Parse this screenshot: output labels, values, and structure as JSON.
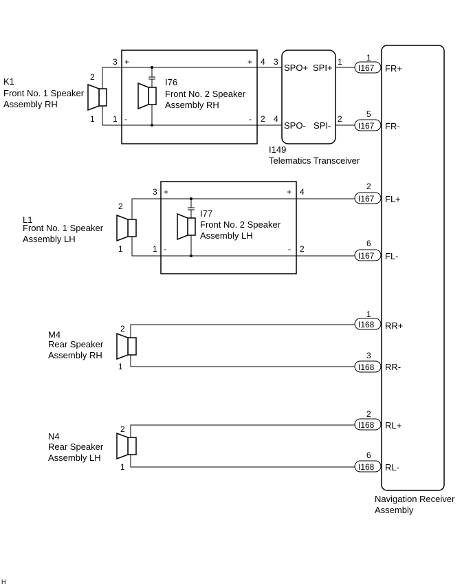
{
  "components": {
    "k1": {
      "code": "K1",
      "name1": "Front No. 1 Speaker",
      "name2": "Assembly RH"
    },
    "i76": {
      "code": "I76",
      "name1": "Front No. 2 Speaker",
      "name2": "Assembly RH"
    },
    "i149": {
      "code": "I149",
      "name": "Telematics Transceiver",
      "spo_pos": "SPO+",
      "spi_pos": "SPI+",
      "spo_neg": "SPO-",
      "spi_neg": "SPI-"
    },
    "l1": {
      "code": "L1",
      "name1": "Front No. 1 Speaker",
      "name2": "Assembly LH"
    },
    "i77": {
      "code": "I77",
      "name1": "Front No. 2 Speaker",
      "name2": "Assembly LH"
    },
    "m4": {
      "code": "M4",
      "name1": "Rear Speaker",
      "name2": "Assembly RH"
    },
    "n4": {
      "code": "N4",
      "name1": "Rear Speaker",
      "name2": "Assembly LH"
    },
    "nav": {
      "name1": "Navigation Receiver",
      "name2": "Assembly"
    }
  },
  "connectors": {
    "i167": "I167",
    "i168": "I168"
  },
  "terminals": [
    "FR+",
    "FR-",
    "FL+",
    "FL-",
    "RR+",
    "RR-",
    "RL+",
    "RL-"
  ],
  "pins": {
    "k1_top": "2",
    "k1_bot": "1",
    "i76_l_top": "3",
    "i76_l_bot": "1",
    "i76_r_top": "4",
    "i76_r_bot": "2",
    "i149_l_top": "3",
    "i149_l_bot": "4",
    "i149_r_top": "1",
    "i149_r_bot": "2",
    "nav_fr_pos": "1",
    "nav_fr_neg": "5",
    "l1_top": "2",
    "l1_bot": "1",
    "i77_l_top": "3",
    "i77_l_bot": "1",
    "i77_r_top": "4",
    "i77_r_bot": "2",
    "nav_fl_pos": "2",
    "nav_fl_neg": "6",
    "m4_top": "2",
    "m4_bot": "1",
    "nav_rr_pos": "1",
    "nav_rr_neg": "3",
    "n4_top": "2",
    "n4_bot": "1",
    "nav_rl_pos": "2",
    "nav_rl_neg": "6"
  },
  "polarity": {
    "plus": "+",
    "minus": "-"
  },
  "corner_mark": "H"
}
